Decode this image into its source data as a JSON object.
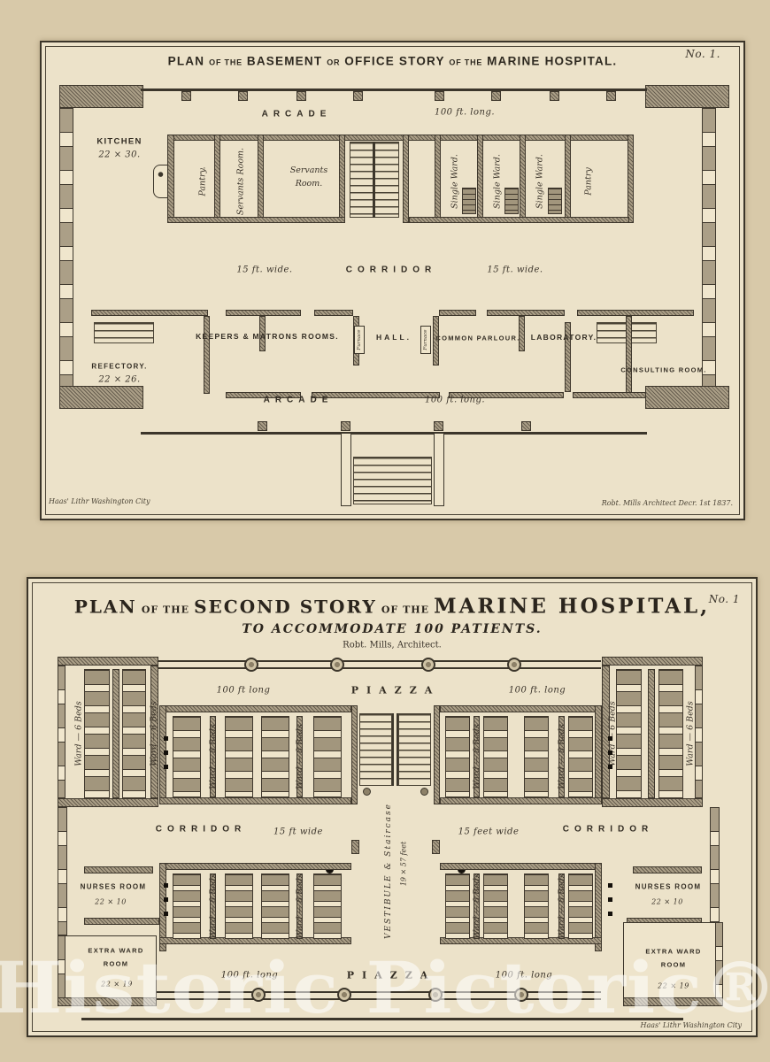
{
  "watermark": "Historic Pictoric®",
  "plate1": {
    "plate_no": "No. 1.",
    "title_parts": {
      "p1": "PLAN",
      "s1": "OF THE",
      "p2": "BASEMENT",
      "s2": "OR",
      "p3": "OFFICE STORY",
      "s3": "OF THE",
      "p4": "MARINE HOSPITAL."
    },
    "labels": {
      "arcade": "ARCADE",
      "arcade_len": "100 ft. long.",
      "kitchen": "KITCHEN",
      "kitchen_size": "22 × 30.",
      "pantry_left": "Pantry.",
      "servants_room_v": "Servants Room.",
      "servants_room": "Servants Room.",
      "single_ward": "Single Ward.",
      "pantry_right": "Pantry",
      "corridor": "CORRIDOR",
      "corridor_w": "15 ft. wide.",
      "keepers": "KEEPERS & MATRONS ROOMS.",
      "hall": "HALL.",
      "furnace": "Furnace",
      "common_parlour": "COMMON PARLOUR.",
      "laboratory": "LABORATORY.",
      "refectory": "REFECTORY.",
      "refectory_size": "22 × 26.",
      "consulting": "CONSULTING ROOM.",
      "arcade_b": "ARCADE",
      "arcade_b_len": "100 ft. long."
    },
    "credit_left": "Haas' Lithr Washington City",
    "credit_right": "Robt. Mills Architect Decr. 1st 1837."
  },
  "plate2": {
    "plate_no": "No. 1",
    "title_parts": {
      "p1": "PLAN",
      "s1": "OF THE",
      "p2": "SECOND STORY",
      "s2": "OF THE",
      "p3": "MARINE HOSPITAL,"
    },
    "subtitle": "TO ACCOMMODATE 100 PATIENTS.",
    "architect": "Robt. Mills, Architect.",
    "labels": {
      "piazza": "PIAZZA",
      "len_100": "100 ft long",
      "len_100b": "100 ft. long",
      "corridor": "CORRIDOR",
      "w15": "15 ft wide",
      "w15b": "15 feet wide",
      "ward6": "Ward — 6 Beds",
      "ward8": "Ward — 8 Beds",
      "vestibule": "VESTIBULE & Staircase",
      "vestibule_size": "19 × 57 feet",
      "nurses": "NURSES ROOM",
      "nurses_size": "22 × 10",
      "extra1": "EXTRA WARD",
      "extra2": "ROOM",
      "extra_size": "22 × 19"
    },
    "credit": "Haas' Lithr Washington City"
  }
}
